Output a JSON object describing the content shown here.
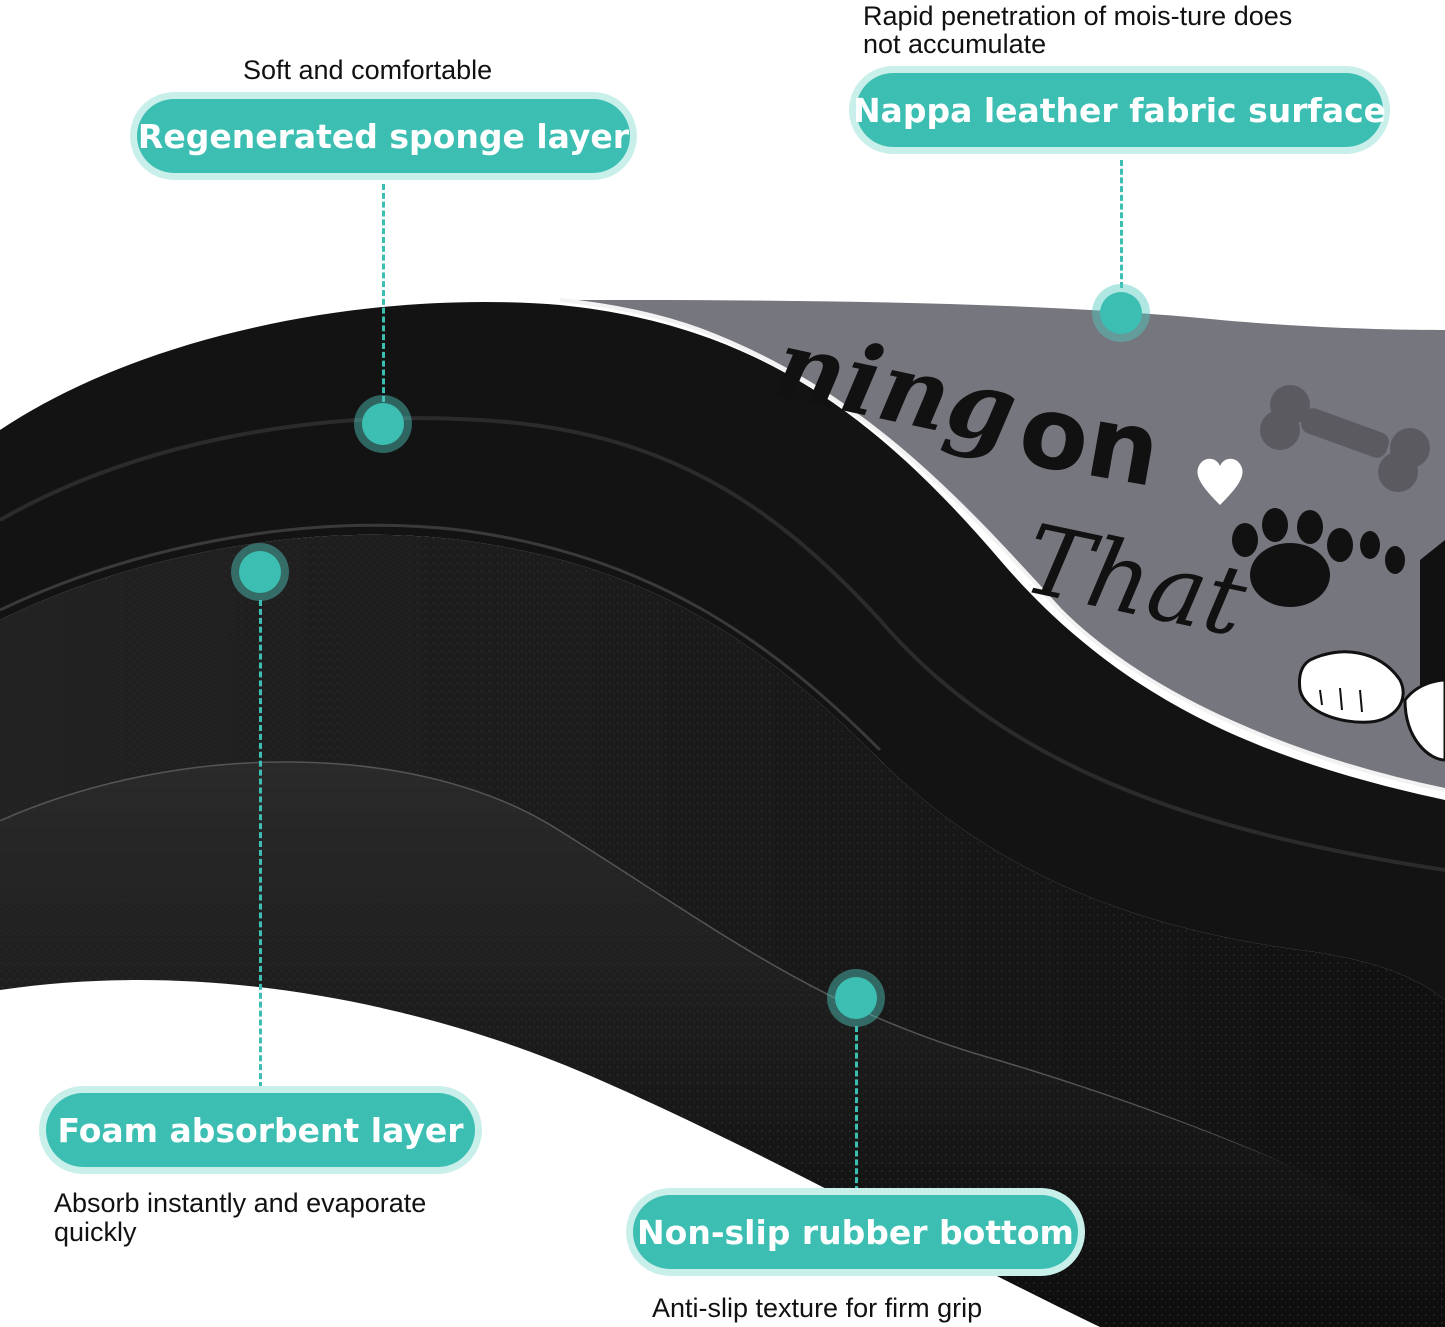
{
  "callouts": {
    "sponge": {
      "title": "Regenerated sponge layer",
      "caption": "Soft and comfortable"
    },
    "nappa": {
      "title": "Nappa leather fabric surface",
      "caption_line1": "Rapid penetration of mois-ture does",
      "caption_line2": "not accumulate"
    },
    "foam": {
      "title": "Foam absorbent layer",
      "caption_line1": "Absorb instantly and evaporate",
      "caption_line2": "quickly"
    },
    "rubber": {
      "title": "Non-slip rubber bottom",
      "caption": "Anti-slip texture for firm grip"
    }
  },
  "mat_print": {
    "word1": "ning",
    "word2": "on",
    "word3": "That"
  },
  "colors": {
    "accent": "#3cbfb2",
    "accent_halo": "#c9efeb",
    "mat_surface": "#76767e",
    "mat_layers": "#141414"
  },
  "icons": [
    "bone-icon",
    "paw-icon",
    "heart-icon",
    "dog-paws-icon"
  ]
}
